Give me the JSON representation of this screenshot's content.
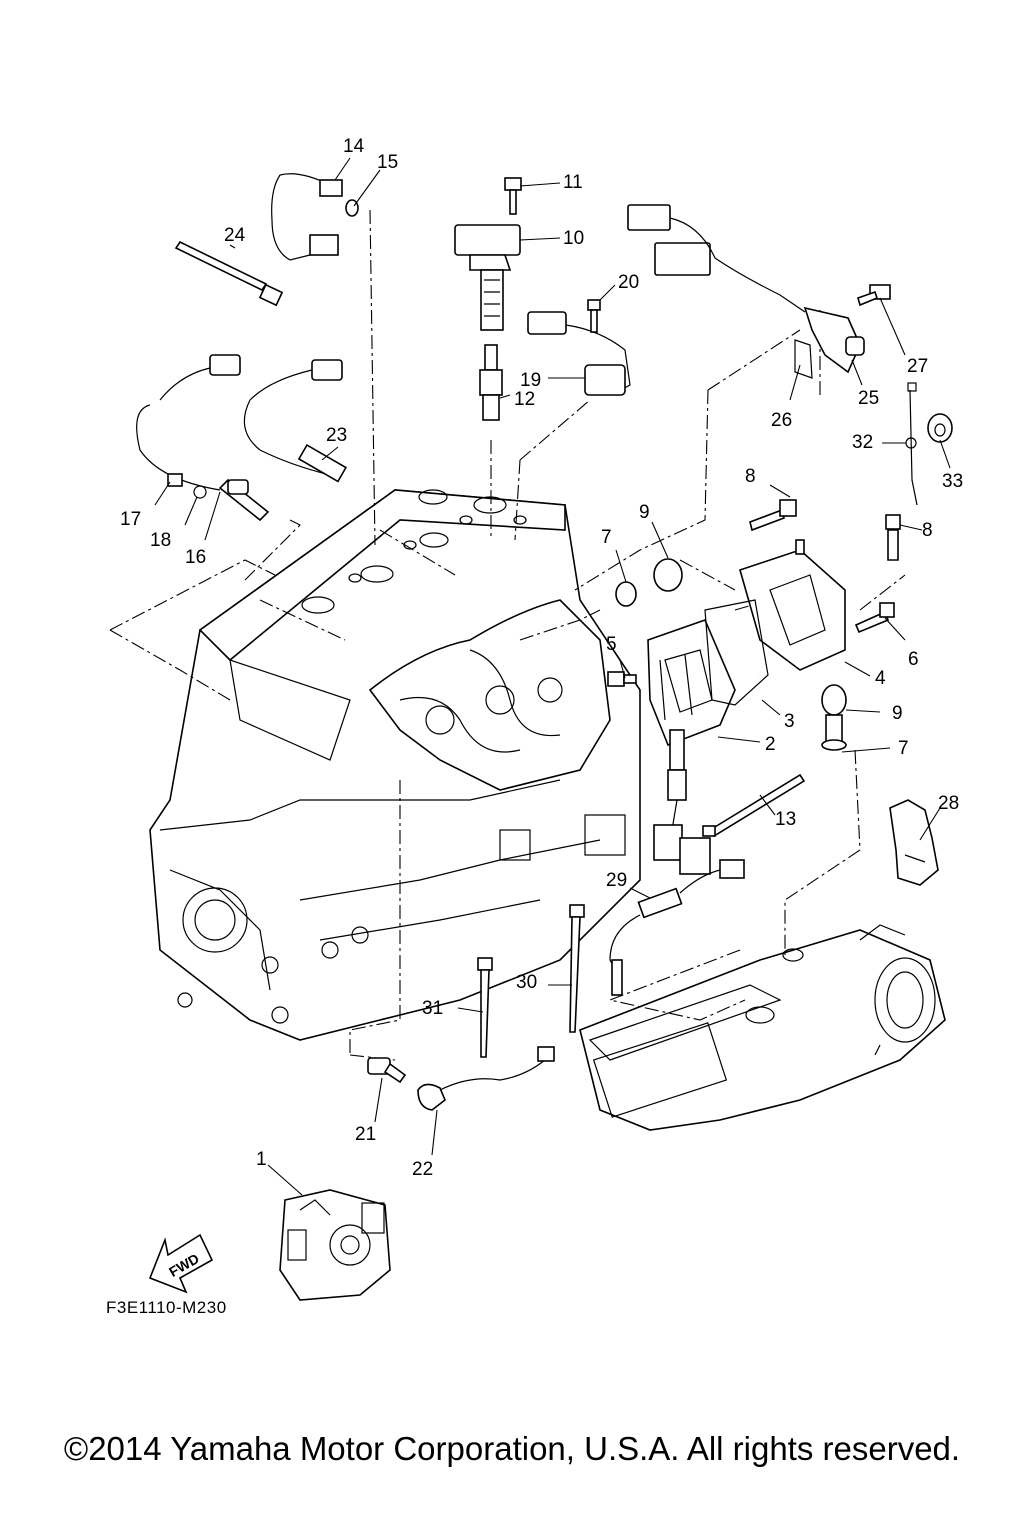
{
  "callouts": [
    {
      "num": "1"
    },
    {
      "num": "2"
    },
    {
      "num": "3"
    },
    {
      "num": "4"
    },
    {
      "num": "5"
    },
    {
      "num": "6"
    },
    {
      "num": "7"
    },
    {
      "num": "7"
    },
    {
      "num": "8"
    },
    {
      "num": "8"
    },
    {
      "num": "9"
    },
    {
      "num": "9"
    },
    {
      "num": "10"
    },
    {
      "num": "11"
    },
    {
      "num": "12"
    },
    {
      "num": "13"
    },
    {
      "num": "14"
    },
    {
      "num": "15"
    },
    {
      "num": "16"
    },
    {
      "num": "17"
    },
    {
      "num": "18"
    },
    {
      "num": "19"
    },
    {
      "num": "20"
    },
    {
      "num": "21"
    },
    {
      "num": "22"
    },
    {
      "num": "23"
    },
    {
      "num": "24"
    },
    {
      "num": "25"
    },
    {
      "num": "26"
    },
    {
      "num": "27"
    },
    {
      "num": "28"
    },
    {
      "num": "29"
    },
    {
      "num": "30"
    },
    {
      "num": "31"
    },
    {
      "num": "32"
    },
    {
      "num": "33"
    }
  ],
  "fwd_label": "FWD",
  "figure_ref": "F3E1110-M230",
  "copyright": "©2014 Yamaha Motor Corporation, U.S.A. All rights reserved."
}
